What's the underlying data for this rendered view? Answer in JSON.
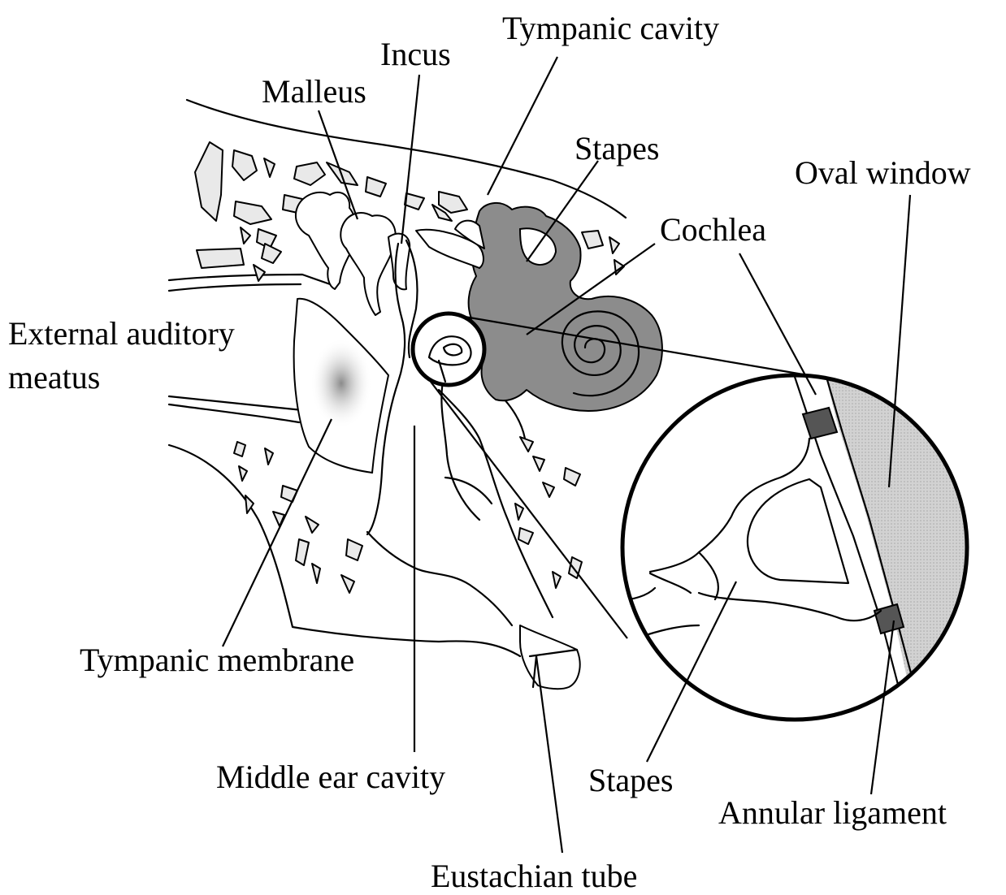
{
  "labels": {
    "tympanic_cavity": "Tympanic cavity",
    "incus": "Incus",
    "malleus": "Malleus",
    "stapes_top": "Stapes",
    "oval_window": "Oval window",
    "cochlea": "Cochlea",
    "external_auditory_meatus_line1": "External auditory",
    "external_auditory_meatus_line2": "meatus",
    "tympanic_membrane": "Tympanic membrane",
    "middle_ear_cavity": "Middle ear cavity",
    "stapes_bottom": "Stapes",
    "annular_ligament": "Annular ligament",
    "eustachian_tube": "Eustachian tube"
  },
  "colors": {
    "line": "#000000",
    "bone_fill": "#e9e9e9",
    "cochlea_fill": "#8c8c8c",
    "oval_window_fill": "#cfcfcf",
    "membrane_shade": "#9a9a9a"
  }
}
